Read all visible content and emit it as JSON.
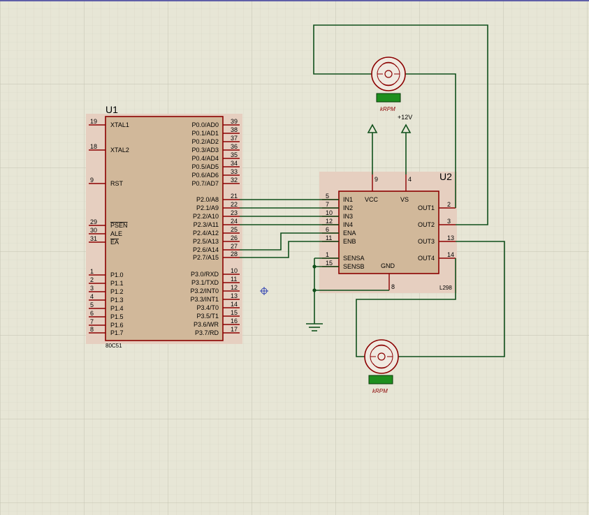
{
  "u1": {
    "ref": "U1",
    "part": "80C51",
    "left_pins": [
      {
        "num": "19",
        "name": "XTAL1"
      },
      {
        "num": "18",
        "name": "XTAL2"
      },
      {
        "num": "9",
        "name": "RST"
      },
      {
        "num": "29",
        "name": "PSEN"
      },
      {
        "num": "30",
        "name": "ALE"
      },
      {
        "num": "31",
        "name": "EA"
      },
      {
        "num": "1",
        "name": "P1.0"
      },
      {
        "num": "2",
        "name": "P1.1"
      },
      {
        "num": "3",
        "name": "P1.2"
      },
      {
        "num": "4",
        "name": "P1.3"
      },
      {
        "num": "5",
        "name": "P1.4"
      },
      {
        "num": "6",
        "name": "P1.5"
      },
      {
        "num": "7",
        "name": "P1.6"
      },
      {
        "num": "8",
        "name": "P1.7"
      }
    ],
    "right_pins": [
      {
        "num": "39",
        "name": "P0.0/AD0"
      },
      {
        "num": "38",
        "name": "P0.1/AD1"
      },
      {
        "num": "37",
        "name": "P0.2/AD2"
      },
      {
        "num": "36",
        "name": "P0.3/AD3"
      },
      {
        "num": "35",
        "name": "P0.4/AD4"
      },
      {
        "num": "34",
        "name": "P0.5/AD5"
      },
      {
        "num": "33",
        "name": "P0.6/AD6"
      },
      {
        "num": "32",
        "name": "P0.7/AD7"
      },
      {
        "num": "21",
        "name": "P2.0/A8"
      },
      {
        "num": "22",
        "name": "P2.1/A9"
      },
      {
        "num": "23",
        "name": "P2.2/A10"
      },
      {
        "num": "24",
        "name": "P2.3/A11"
      },
      {
        "num": "25",
        "name": "P2.4/A12"
      },
      {
        "num": "26",
        "name": "P2.5/A13"
      },
      {
        "num": "27",
        "name": "P2.6/A14"
      },
      {
        "num": "28",
        "name": "P2.7/A15"
      },
      {
        "num": "10",
        "name": "P3.0/RXD"
      },
      {
        "num": "11",
        "name": "P3.1/TXD"
      },
      {
        "num": "12",
        "name": "P3.2/INT0"
      },
      {
        "num": "13",
        "name": "P3.3/INT1"
      },
      {
        "num": "14",
        "name": "P3.4/T0"
      },
      {
        "num": "15",
        "name": "P3.5/T1"
      },
      {
        "num": "16",
        "name": "P3.6/WR"
      },
      {
        "num": "17",
        "name": "P3.7/RD"
      }
    ]
  },
  "u2": {
    "ref": "U2",
    "part": "L298",
    "left_pins": [
      {
        "num": "5",
        "name": "IN1"
      },
      {
        "num": "7",
        "name": "IN2"
      },
      {
        "num": "10",
        "name": "IN3"
      },
      {
        "num": "12",
        "name": "IN4"
      },
      {
        "num": "6",
        "name": "ENA"
      },
      {
        "num": "11",
        "name": "ENB"
      },
      {
        "num": "1",
        "name": "SENSA"
      },
      {
        "num": "15",
        "name": "SENSB"
      }
    ],
    "right_pins": [
      {
        "num": "2",
        "name": "OUT1"
      },
      {
        "num": "3",
        "name": "OUT2"
      },
      {
        "num": "13",
        "name": "OUT3"
      },
      {
        "num": "14",
        "name": "OUT4"
      }
    ],
    "top_pins": [
      {
        "num": "9",
        "name": "VCC"
      },
      {
        "num": "4",
        "name": "VS"
      }
    ],
    "bottom_pin": {
      "num": "8",
      "name": "GND"
    }
  },
  "power": {
    "label": "+12V"
  },
  "motors": [
    {
      "unit": "kRPM"
    },
    {
      "unit": "kRPM"
    }
  ],
  "colors": {
    "background": "#e7e6d6",
    "grid": "#cfcebd",
    "body_fill": "#d1b89a",
    "body_stroke": "#8b0000",
    "highlight": "#e6cfc0",
    "wire": "#0f4f1a",
    "display": "#1e8f1e"
  }
}
